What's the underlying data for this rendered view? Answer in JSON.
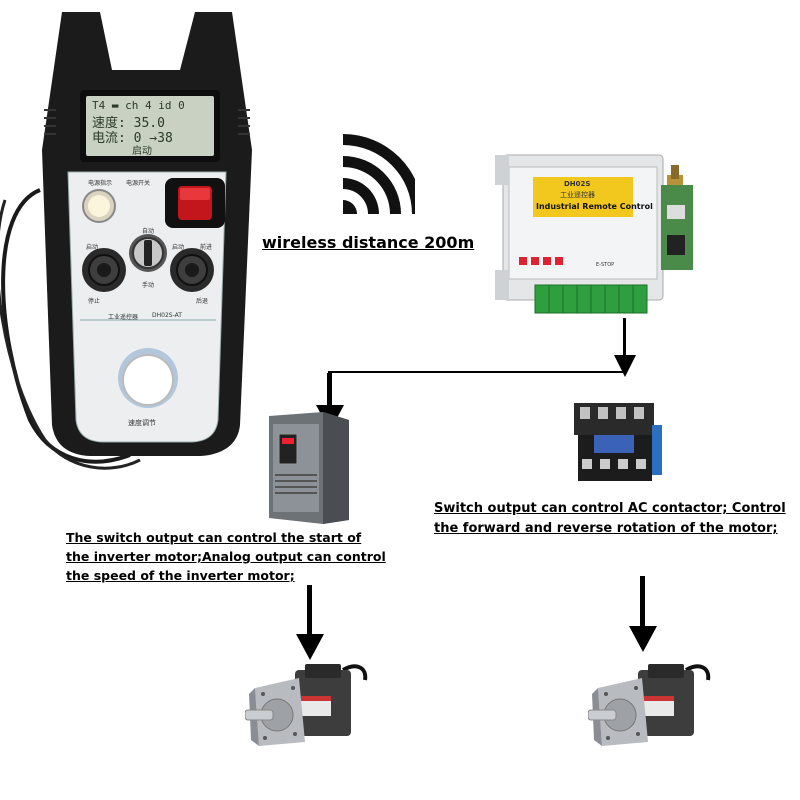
{
  "remote": {
    "lcd": {
      "line1": "T4 ▬ ch 4 id 0",
      "line2": "速度: 35.0",
      "line3": "电流: 0 →38",
      "line4": "启动"
    },
    "labels": {
      "indicator": "电源指示",
      "power_switch": "电源开关",
      "start": "启动",
      "stop": "停止",
      "auto": "自动",
      "manual": "手动",
      "forward": "前进",
      "back": "后退",
      "start2": "启动",
      "brand": "工业遥控器",
      "model": "DH02S-AT",
      "speed": "速度调节"
    }
  },
  "wireless_label": "wireless distance 200m",
  "receiver": {
    "model": "DH02S",
    "title_cn": "工业遥控器",
    "title_en": "Industrial Remote Control",
    "estop": "E-STOP"
  },
  "captions": {
    "inverter_line1": "The switch output can control the start of",
    "inverter_line2": " the inverter motor;Analog output can control",
    "inverter_line3": " the speed of the inverter motor;",
    "contactor_line1": "Switch output can control AC contactor; Control",
    "contactor_line2": "the forward and reverse rotation of the motor;"
  }
}
